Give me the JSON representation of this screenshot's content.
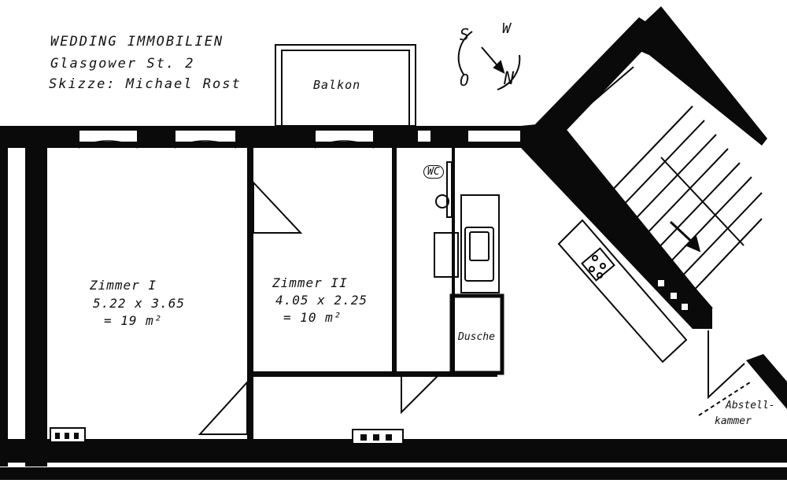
{
  "header": {
    "line1": "WEDDING IMMOBILIEN",
    "line2": "Glasgower St. 2",
    "line3": "Skizze: Michael Rost"
  },
  "compass": {
    "s": "S",
    "w": "W",
    "o": "O",
    "n": "N"
  },
  "rooms": {
    "balkon": "Balkon",
    "zimmer1": {
      "name": "Zimmer I",
      "dims": "5.22 x 3.65",
      "area": "= 19 m²"
    },
    "zimmer2": {
      "name": "Zimmer II",
      "dims": "4.05 x 2.25",
      "area": "= 10 m²"
    },
    "wc": "WC",
    "dusche": "Dusche",
    "abstell_1": "Abstell-",
    "abstell_2": "kammer"
  },
  "colors": {
    "wall": "#0a0a0a",
    "paper": "#ffffff"
  }
}
